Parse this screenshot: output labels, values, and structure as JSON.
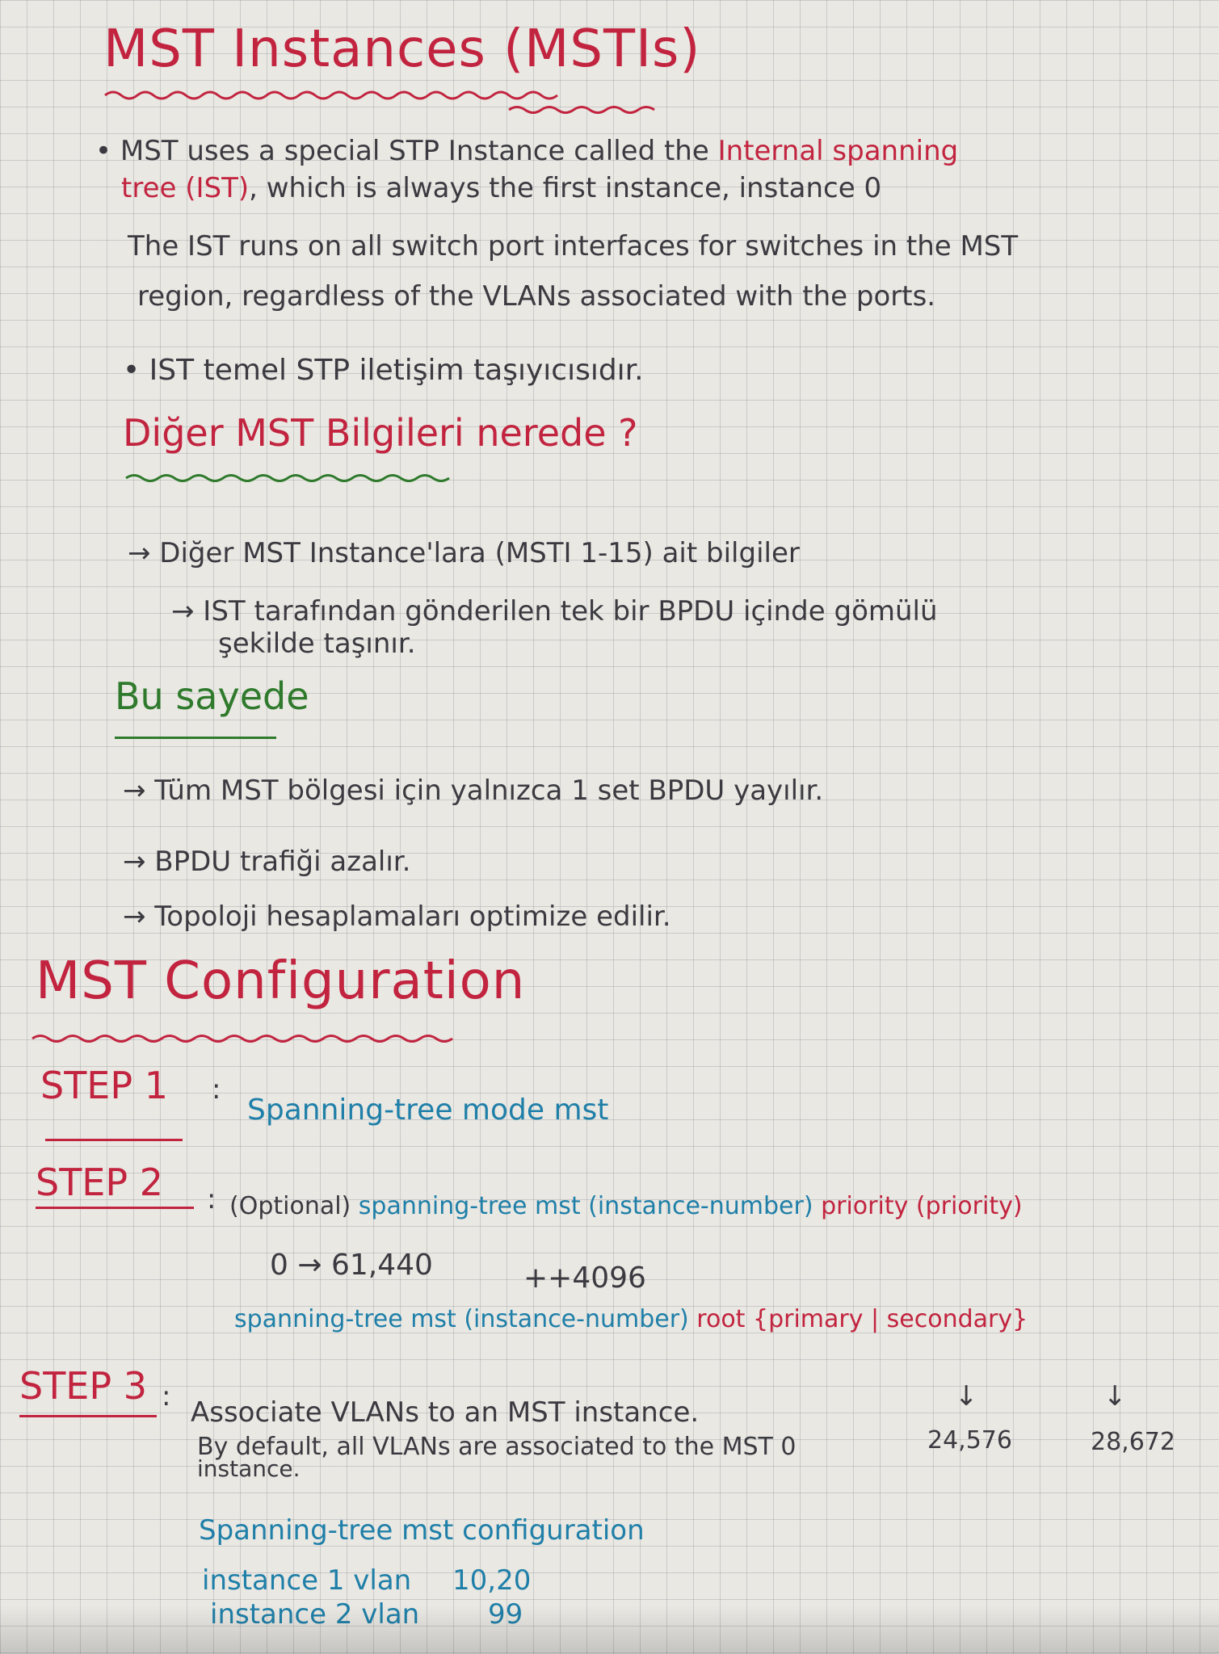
{
  "title": "MST Instances (MSTIs)",
  "ist_para": {
    "line1_a": "• MST uses a special STP Instance called the ",
    "line1_b": "Internal spanning",
    "line2_a": "tree (IST)",
    "line2_b": ", which is always the first instance, instance 0",
    "line3": "The IST runs on all switch port interfaces for switches in the MST",
    "line4": "region, regardless of the VLANs associated with the ports."
  },
  "ist_note": "• IST temel STP iletişim taşıyıcısıdır.",
  "other_info": {
    "heading": "Diğer MST Bilgileri nerede ?",
    "line1": "→ Diğer MST Instance'lara (MSTI 1-15) ait bilgiler",
    "line2": "→ IST tarafından gönderilen tek bir BPDU içinde gömülü",
    "line3": "şekilde taşınır."
  },
  "benefits": {
    "heading": "Bu sayede",
    "items": [
      "→ Tüm MST bölgesi için yalnızca 1 set BPDU yayılır.",
      "→ BPDU trafiği azalır.",
      "→ Topoloji hesaplamaları optimize edilir."
    ]
  },
  "config": {
    "heading": "MST Configuration",
    "step1": {
      "label": "STEP 1",
      "sep": ":",
      "cmd": "Spanning-tree mode mst"
    },
    "step2": {
      "label": "STEP 2",
      "sep": ":",
      "optional": "(Optional)",
      "cmd_a": "spanning-tree mst (instance-number)",
      "cmd_b": "priority (priority)",
      "range": "0 → 61,440",
      "increment": "++4096",
      "root_a": "spanning-tree mst (instance-number)",
      "root_b": "root {primary | secondary}",
      "arrow": "↓",
      "primary_val": "24,576",
      "secondary_val": "28,672"
    },
    "step3": {
      "label": "STEP 3",
      "sep": ":",
      "line1": "Associate VLANs to an MST instance.",
      "line2": "By default, all VLANs are associated to the MST 0",
      "line3": "instance.",
      "cfg1": "Spanning-tree mst configuration",
      "cfg2_a": "instance 1 vlan",
      "cfg2_b": "10,20",
      "cfg3_a": "instance 2 vlan",
      "cfg3_b": "99"
    }
  },
  "colors": {
    "red": "#c2243f",
    "dark": "#3a3a40",
    "green": "#2f7a2c",
    "blue": "#1f7fa8",
    "paper": "#e9e8e3"
  }
}
